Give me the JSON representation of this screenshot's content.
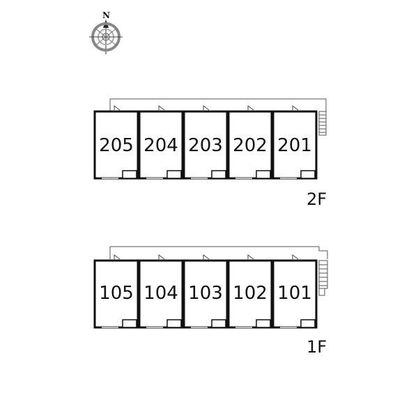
{
  "compass": {
    "north_label": "N"
  },
  "floors": [
    {
      "label": "2F",
      "units": [
        "205",
        "204",
        "203",
        "202",
        "201"
      ]
    },
    {
      "label": "1F",
      "units": [
        "105",
        "104",
        "103",
        "102",
        "101"
      ]
    }
  ]
}
